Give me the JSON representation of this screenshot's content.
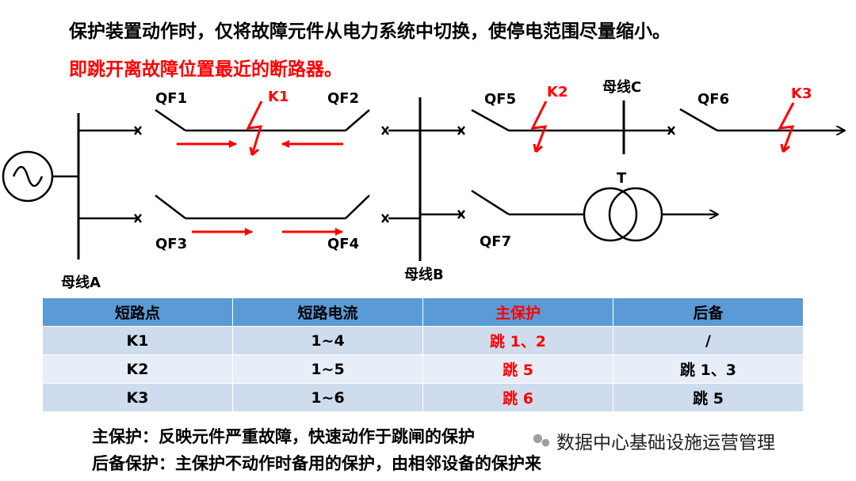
{
  "header": {
    "line1": "保护装置动作时，仅将故障元件从电力系统中切换，使停电范围尽量缩小。",
    "line2": "即跳开离故障位置最近的断路器。"
  },
  "diagram": {
    "breakers": [
      "QF1",
      "QF2",
      "QF3",
      "QF4",
      "QF5",
      "QF6",
      "QF7"
    ],
    "faults": [
      "K1",
      "K2",
      "K3"
    ],
    "buses": [
      "母线A",
      "母线B",
      "母线C"
    ],
    "transformer": "T"
  },
  "table": {
    "headers": [
      "短路点",
      "短路电流",
      "主保护",
      "后备"
    ],
    "rows": [
      [
        "K1",
        "1~4",
        "跳 1、2",
        "/"
      ],
      [
        "K2",
        "1~5",
        "跳 5",
        "跳 1、3"
      ],
      [
        "K3",
        "1~6",
        "跳 6",
        "跳 5"
      ]
    ]
  },
  "notes": {
    "main": "主保护：反映元件严重故障，快速动作于跳闸的保护",
    "backup": "后备保护：主保护不动作时备用的保护，由相邻设备的保护来"
  },
  "watermark": {
    "text": "数据中心基础设施运营管理",
    "icon": "wechat-icon"
  },
  "colors": {
    "fault": "#ff0000",
    "header_bg": "#5b9bd5",
    "row_bg": "#cfdcee",
    "row_alt_bg": "#e8eef7"
  }
}
